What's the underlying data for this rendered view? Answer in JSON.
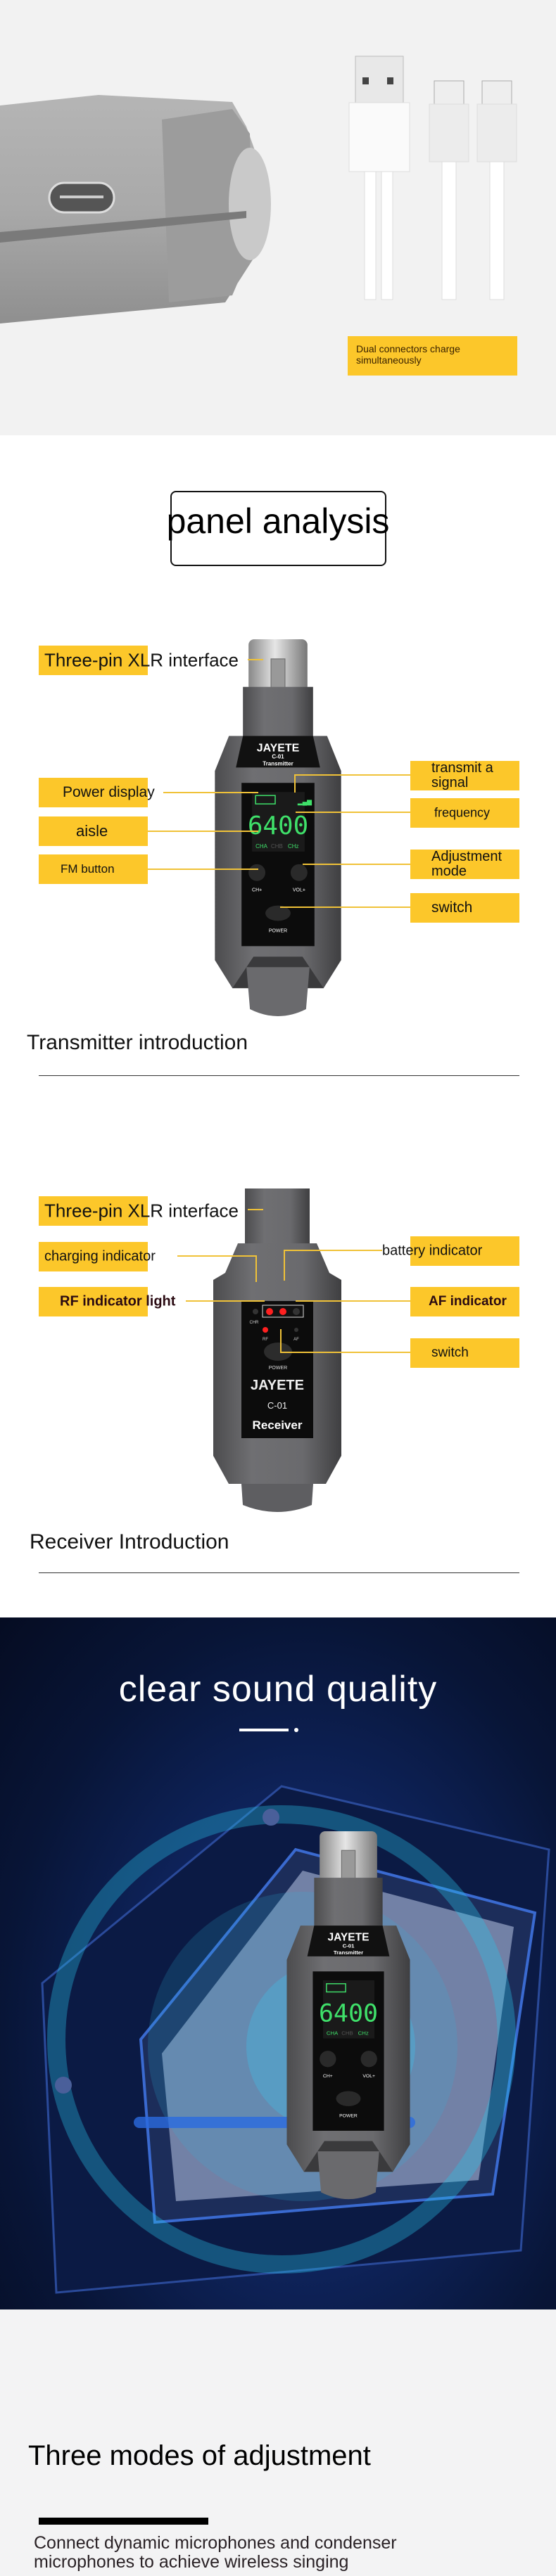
{
  "charging": {
    "caption": "Dual connectors charge simultaneously"
  },
  "panel": {
    "title": "panel analysis"
  },
  "device": {
    "brand": "JAYETE",
    "model": "C-01",
    "tx_name": "Transmitter",
    "rx_name": "Receiver",
    "freq": "6400",
    "ch_a": "CHA",
    "ch_b": "CHB",
    "ghz": "CHz",
    "ch_btn": "CH+",
    "vol_btn": "VOL+",
    "power": "POWER",
    "chr": "CHR",
    "rf": "RF",
    "af": "AF",
    "battery_cells_lit": 2,
    "battery_cells_total": 3
  },
  "transmitter": {
    "labels": {
      "xlr": "Three-pin XLR interface",
      "power_display": "Power display",
      "aisle": "aisle",
      "fm": "FM button",
      "transmit": "transmit a signal",
      "frequency": "frequency",
      "adjust": "Adjustment mode",
      "switch": "switch"
    },
    "title": "Transmitter introduction"
  },
  "receiver": {
    "labels": {
      "xlr": "Three-pin XLR interface",
      "charging": "charging indicator",
      "rf": "RF indicator light",
      "battery": "battery indicator",
      "af": "AF indicator",
      "switch": "switch"
    },
    "title": "Receiver Introduction"
  },
  "sound": {
    "title": "clear sound quality"
  },
  "modes": {
    "title": "Three modes of adjustment",
    "description": "Connect dynamic microphones and condenser microphones to achieve wireless singing"
  },
  "colors": {
    "label_yellow": "#fcc72a",
    "lcd_green": "#3fe06a",
    "led_red": "#ff2020",
    "navy": "#0a1a45"
  }
}
